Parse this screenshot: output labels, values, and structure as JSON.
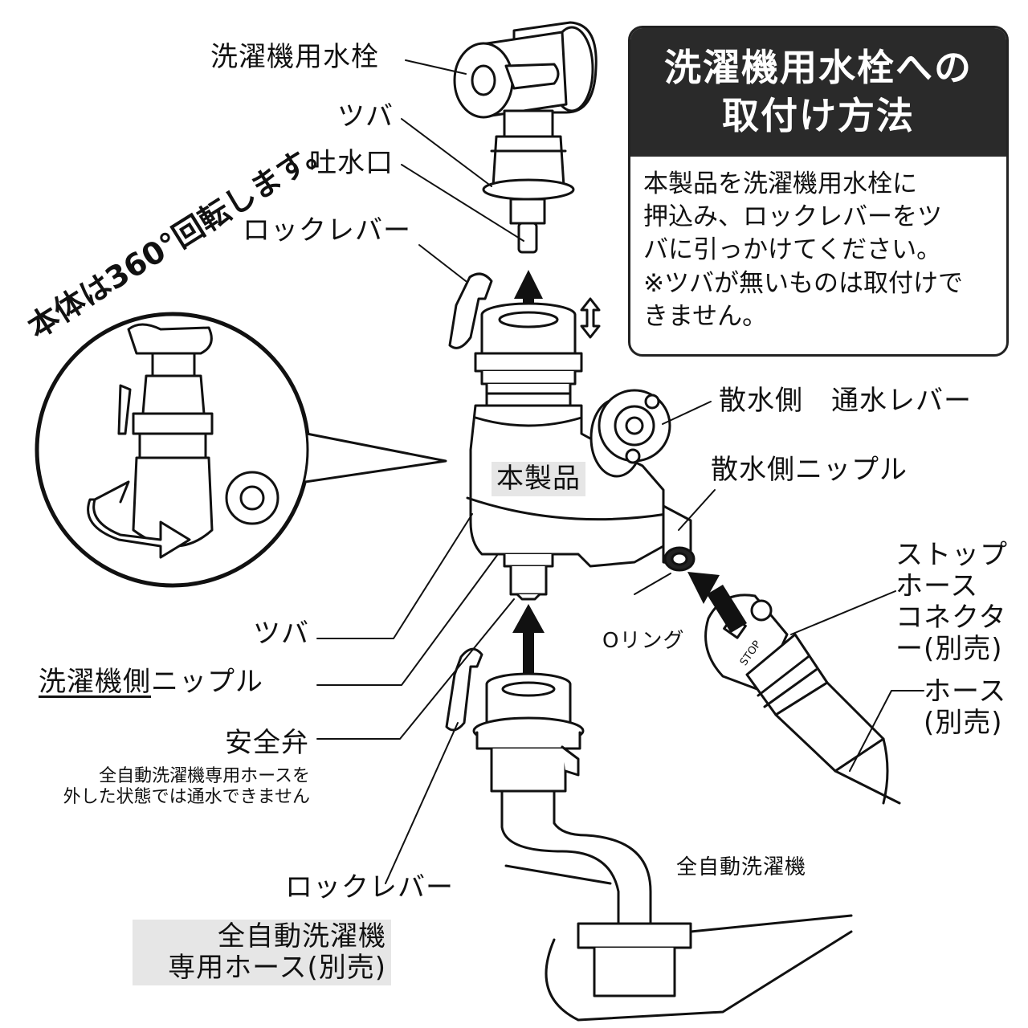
{
  "instructions": {
    "title_line1": "洗濯機用水栓への",
    "title_line2": "取付け方法",
    "body": [
      "本製品を洗濯機用水栓に",
      "押込み、ロックレバーをツ",
      "バに引っかけてください。",
      "※ツバが無いものは取付けで",
      "きません。"
    ]
  },
  "rotation_note": "本体は360°回転します。",
  "labels": {
    "faucet": "洗濯機用水栓",
    "flange_top": "ツバ",
    "spout": "吐水口",
    "lock_lever_top": "ロックレバー",
    "sprinkler_lever": "散水側　通水レバー",
    "product": "本製品",
    "sprinkler_nipple": "散水側ニップル",
    "stop_connector": [
      "ストップ",
      "ホース",
      "コネクタ",
      "ー(別売)"
    ],
    "o_ring": "Oリング",
    "stop_mark": "STOP",
    "hose": [
      "ホース",
      "(別売)"
    ],
    "flange_bottom": "ツバ",
    "washer_side": "洗濯機側",
    "washer_side_suffix": "ニップル",
    "safety_valve": "安全弁",
    "safety_note": [
      "全自動洗濯機専用ホースを",
      "外した状態では通水できません"
    ],
    "lock_lever_bottom": "ロックレバー",
    "washer": "全自動洗濯機",
    "dedicated_hose": [
      "全自動洗濯機",
      "専用ホース(別売)"
    ]
  }
}
